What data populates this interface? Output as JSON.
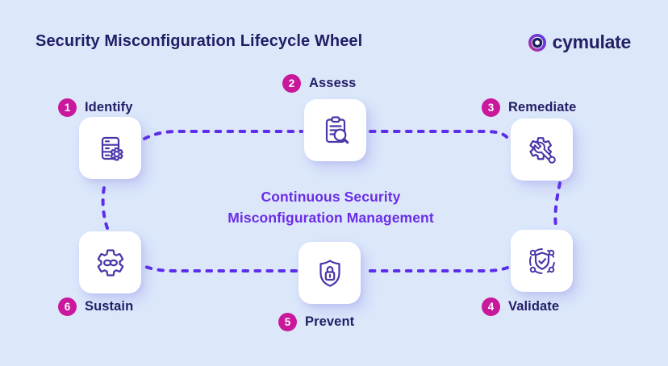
{
  "header": {
    "title": "Security Misconfiguration Lifecycle Wheel",
    "brand": "cymulate"
  },
  "center_label": {
    "line1": "Continuous Security",
    "line2": "Misconfiguration Management"
  },
  "steps": [
    {
      "number": "1",
      "label": "Identify",
      "icon": "server-gear-icon"
    },
    {
      "number": "2",
      "label": "Assess",
      "icon": "clipboard-magnifier-icon"
    },
    {
      "number": "3",
      "label": "Remediate",
      "icon": "gear-wrench-icon"
    },
    {
      "number": "4",
      "label": "Validate",
      "icon": "shield-check-orbit-icon"
    },
    {
      "number": "5",
      "label": "Prevent",
      "icon": "shield-lock-icon"
    },
    {
      "number": "6",
      "label": "Sustain",
      "icon": "gear-infinity-icon"
    }
  ],
  "colors": {
    "background": "#dce8fa",
    "navy_text": "#211e66",
    "badge_pink": "#c9189c",
    "dash_violet": "#5d2deb",
    "center_purple": "#6b2ce8",
    "icon_stroke": "#4b35a8",
    "card": "#ffffff"
  }
}
